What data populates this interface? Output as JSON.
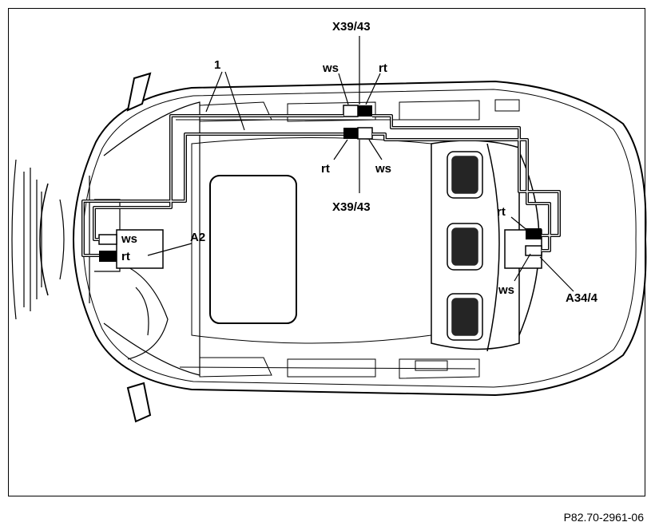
{
  "labels": {
    "cable": "1",
    "connector_top": "X39/43",
    "connector_bottom": "X39/43",
    "control_unit_front": "A2",
    "control_unit_rear": "A34/4",
    "ws_top": "ws",
    "rt_top": "rt",
    "rt_mid": "rt",
    "ws_mid": "ws",
    "ws_a2": "ws",
    "rt_a2": "rt",
    "rt_a34": "rt",
    "ws_a34": "ws"
  },
  "figure_code": "P82.70-2961-06"
}
